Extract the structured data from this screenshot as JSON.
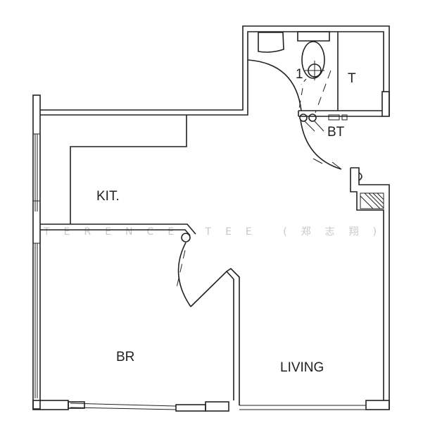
{
  "diagram": {
    "type": "floor-plan",
    "rooms": [
      {
        "id": "kitchen",
        "label": "KIT."
      },
      {
        "id": "bedroom",
        "label": "BR"
      },
      {
        "id": "living",
        "label": "LIVING"
      },
      {
        "id": "toilet",
        "label": "T"
      },
      {
        "id": "bath",
        "label": "BT"
      }
    ],
    "fixture_label": "1",
    "watermark": "TERENCE TEE (郑志翔)",
    "line_color": "#222222",
    "background": "#ffffff"
  }
}
